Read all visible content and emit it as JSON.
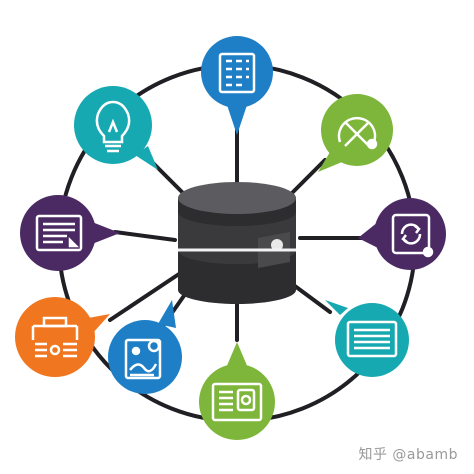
{
  "watermark": "知乎 @abamb",
  "colors": {
    "background": "#ffffff",
    "lines": "#1f1f24",
    "database": "#4a4a4d",
    "database_dark": "#2d2d30",
    "database_top": "#5c5c60",
    "icon_stroke": "#ffffff"
  },
  "nodes": [
    {
      "id": "top",
      "icon": "grid-document-icon",
      "color": "#1e7fc6"
    },
    {
      "id": "top-right",
      "icon": "gauge-wrench-icon",
      "color": "#7db63a"
    },
    {
      "id": "right",
      "icon": "sync-box-icon",
      "color": "#4b2a64"
    },
    {
      "id": "bottom-right",
      "icon": "list-document-icon",
      "color": "#17a9b1"
    },
    {
      "id": "bottom",
      "icon": "certificate-icon",
      "color": "#7db63a"
    },
    {
      "id": "bottom-left",
      "icon": "image-document-icon",
      "color": "#1e7fc6"
    },
    {
      "id": "left-lower",
      "icon": "tools-icon",
      "color": "#f0761f"
    },
    {
      "id": "left",
      "icon": "text-document-icon",
      "color": "#4b2a64"
    },
    {
      "id": "top-left",
      "icon": "lightbulb-icon",
      "color": "#17a9b1"
    }
  ]
}
